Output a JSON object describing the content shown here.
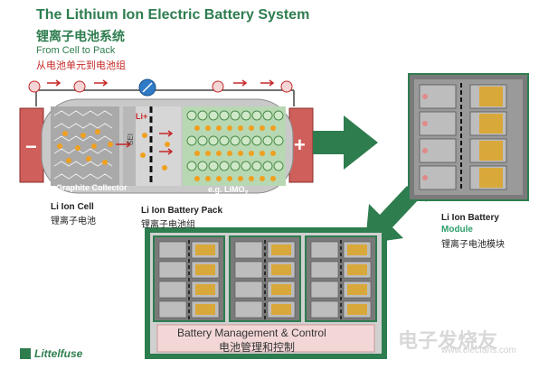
{
  "header": {
    "title": "The Lithium Ion Electric Battery System",
    "title_cn": "锂离子电池系统",
    "subtitle": "From Cell to Pack",
    "subtitle_cn": "从电池单元到电池组"
  },
  "cell": {
    "graphite_label": "Graphite Collector",
    "sei_label": "SEI",
    "li_label": "Li+",
    "cathode_label": "e.g. LiMO",
    "cathode_sub": "2",
    "minus": "−",
    "plus": "+"
  },
  "labels": {
    "cell_en": "Li Ion Cell",
    "cell_cn": "锂离子电池",
    "pack_en": "Li Ion Battery Pack",
    "pack_cn": "锂离子电池组",
    "module_en_1": "Li Ion Battery",
    "module_en_2": "Module",
    "module_cn": "锂离子电池模块"
  },
  "bms": {
    "title": "Battery Management & Control",
    "title_cn": "电池管理和控制"
  },
  "branding": {
    "logo": "Littelfuse",
    "watermark": "电子发烧友",
    "watermark_url": "www.elecfans.com"
  },
  "colors": {
    "green": "#2e7d4f",
    "accent": "#2e9e6a",
    "red": "#c62828",
    "orange": "#f0a020",
    "gray": "#9e9e9e",
    "module_bg": "#7a7a7a"
  }
}
